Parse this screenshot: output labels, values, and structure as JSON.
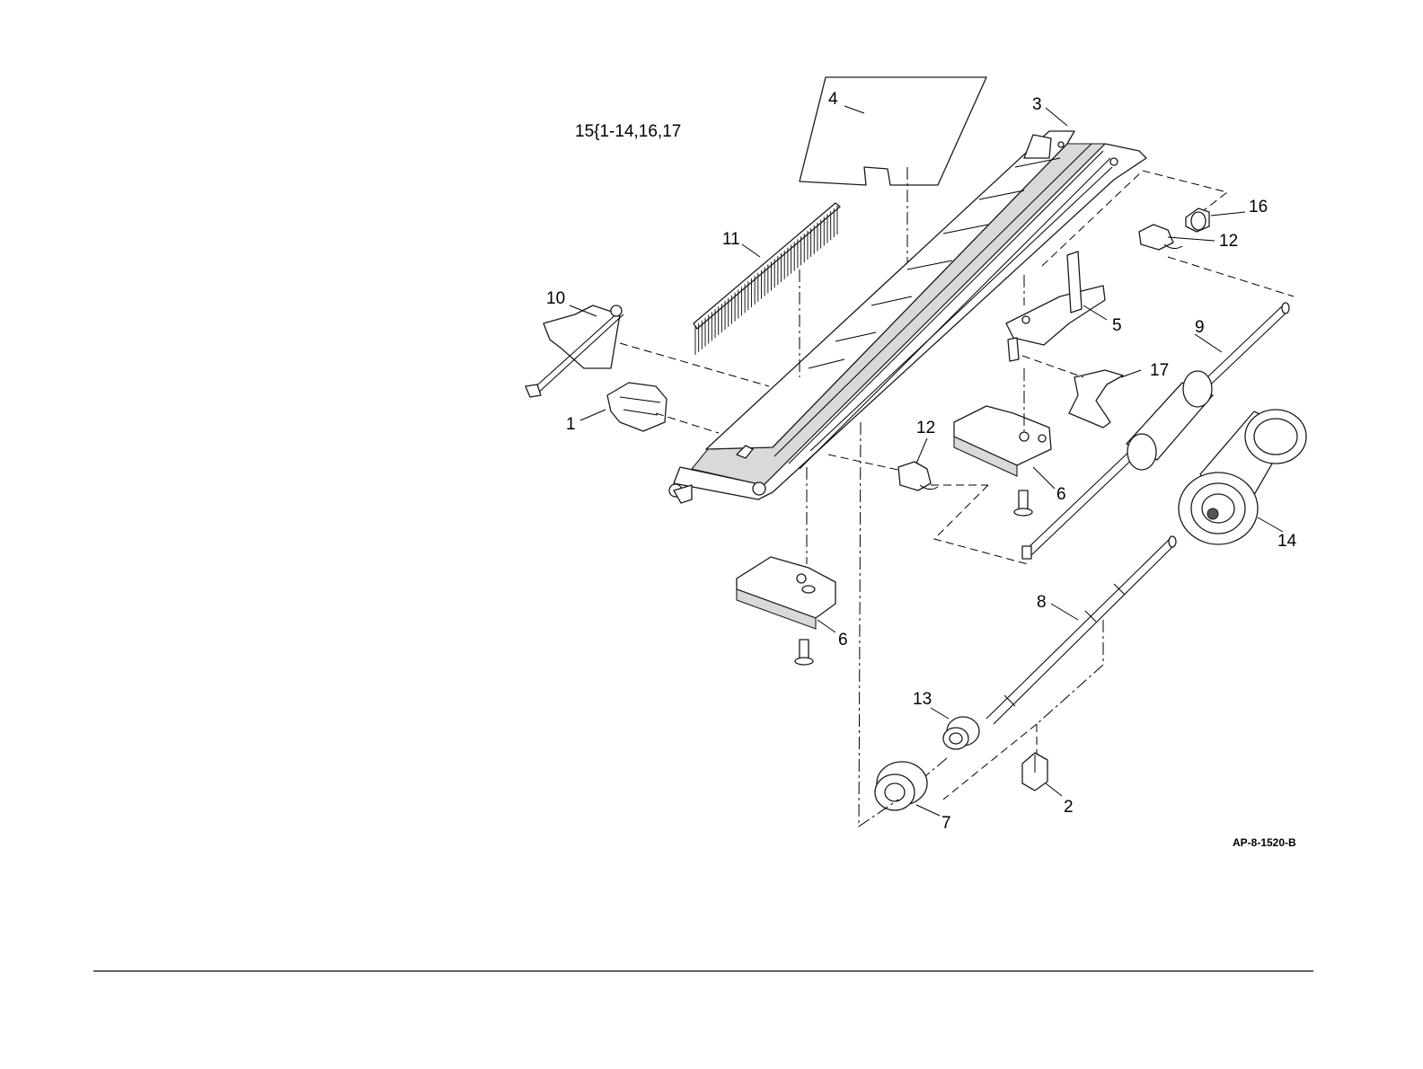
{
  "kit_reference": "15{1-14,16,17",
  "figure_id": "AP-8-1520-B",
  "callouts": {
    "c1": "1",
    "c2": "2",
    "c3": "3",
    "c4": "4",
    "c5": "5",
    "c6a": "6",
    "c6b": "6",
    "c7": "7",
    "c8": "8",
    "c9": "9",
    "c10": "10",
    "c11": "11",
    "c12a": "12",
    "c12b": "12",
    "c13": "13",
    "c14": "14",
    "c16": "16",
    "c17": "17"
  }
}
